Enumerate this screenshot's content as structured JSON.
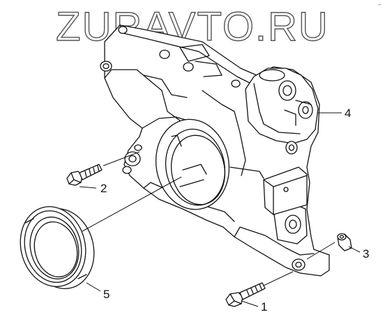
{
  "watermark": {
    "text": "ZURAVTO.RU"
  },
  "corner_mark": {
    "text": "–"
  },
  "callouts": {
    "c1": "1",
    "c2": "2",
    "c3": "3",
    "c4": "4",
    "c5": "5"
  },
  "colors": {
    "line": "#111111",
    "background": "#ffffff",
    "watermark_outline": "#555555"
  }
}
